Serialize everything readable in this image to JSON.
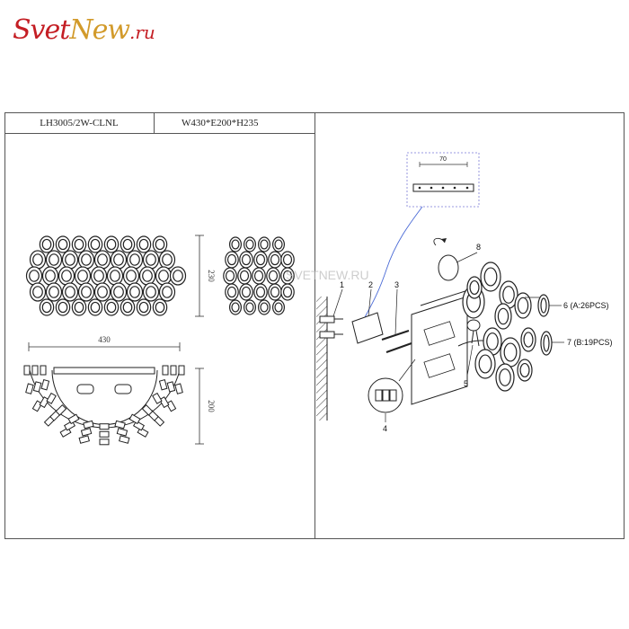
{
  "logo": {
    "part1": "Svet",
    "part2": "New",
    "part3": ".ru"
  },
  "header": {
    "model": "LH3005/2W-CLNL",
    "dimensions": "W430*E200*H235"
  },
  "dims": {
    "width": "430",
    "height": "230",
    "depth": "200",
    "bracket": "70"
  },
  "watermark": "SVETNEW.RU",
  "callouts": {
    "c1": "1",
    "c2": "2",
    "c3": "3",
    "c4": "4",
    "c5": "5",
    "c6": "6 (A:26PCS)",
    "c7": "7 (B:19PCS)",
    "c8": "8"
  }
}
